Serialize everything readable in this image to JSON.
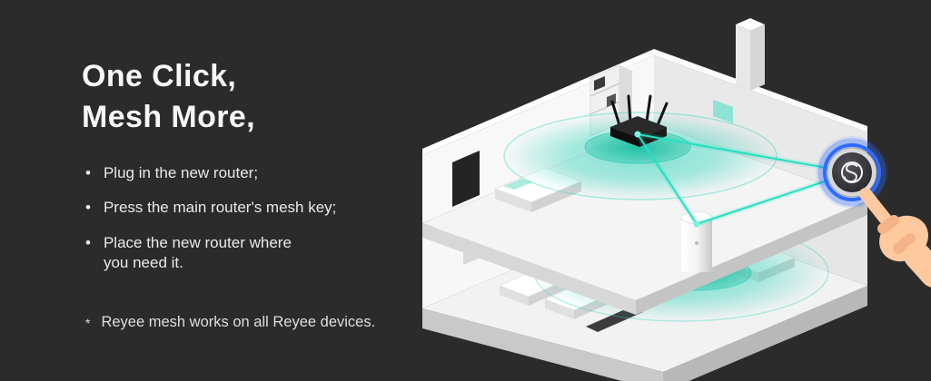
{
  "headline": {
    "line1": "One Click,",
    "line2": "Mesh More,"
  },
  "bullets": [
    "Plug in the new router;",
    "Press the main router's mesh key;",
    "Place the new router where\nyou need it."
  ],
  "footnote": {
    "text": "Reyee mesh works on all Reyee devices."
  },
  "icons": {
    "bullet_dot": "•",
    "footnote_asterisk": "*"
  },
  "colors": {
    "background": "#2b2b2b",
    "headline_text": "#f7f7f7",
    "body_text": "#e9e9e9",
    "mesh_teal": "#2bd9bd",
    "button_ring_blue": "#2f6bff",
    "house_white": "#f2f2f2",
    "hand_skin": "#ffc9a0"
  }
}
